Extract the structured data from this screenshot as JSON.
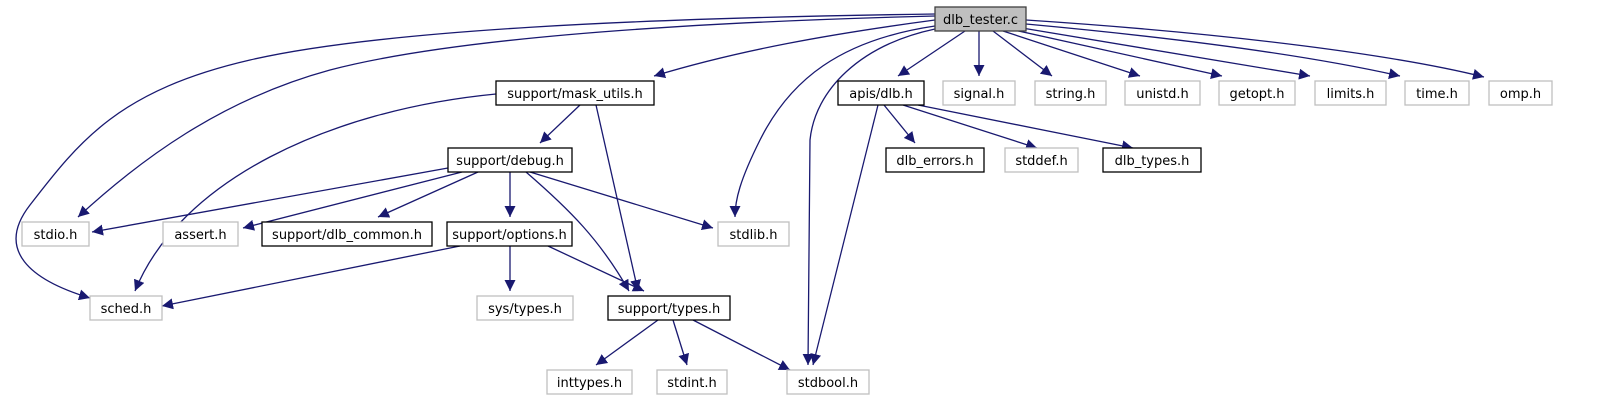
{
  "diagram": {
    "title": "dlb_tester.c",
    "type": "include-dependency-graph",
    "colors": {
      "edge": "#191970",
      "root_fill": "#bfbfbf",
      "root_border": "#404040",
      "documented_border": "#000000",
      "external_border": "#bfbfbf",
      "node_fill": "#ffffff"
    },
    "nodes": [
      {
        "id": "dlb_tester_c",
        "label": "dlb_tester.c",
        "kind": "root"
      },
      {
        "id": "mask_utils",
        "label": "support/mask_utils.h",
        "kind": "documented"
      },
      {
        "id": "apis_dlb",
        "label": "apis/dlb.h",
        "kind": "documented"
      },
      {
        "id": "signal",
        "label": "signal.h",
        "kind": "external"
      },
      {
        "id": "string",
        "label": "string.h",
        "kind": "external"
      },
      {
        "id": "unistd",
        "label": "unistd.h",
        "kind": "external"
      },
      {
        "id": "getopt",
        "label": "getopt.h",
        "kind": "external"
      },
      {
        "id": "limits",
        "label": "limits.h",
        "kind": "external"
      },
      {
        "id": "time",
        "label": "time.h",
        "kind": "external"
      },
      {
        "id": "omp",
        "label": "omp.h",
        "kind": "external"
      },
      {
        "id": "debug",
        "label": "support/debug.h",
        "kind": "documented"
      },
      {
        "id": "dlb_errors",
        "label": "dlb_errors.h",
        "kind": "documented"
      },
      {
        "id": "stddef",
        "label": "stddef.h",
        "kind": "external"
      },
      {
        "id": "dlb_types",
        "label": "dlb_types.h",
        "kind": "documented"
      },
      {
        "id": "stdio",
        "label": "stdio.h",
        "kind": "external"
      },
      {
        "id": "assert",
        "label": "assert.h",
        "kind": "external"
      },
      {
        "id": "dlb_common",
        "label": "support/dlb_common.h",
        "kind": "documented"
      },
      {
        "id": "options",
        "label": "support/options.h",
        "kind": "documented"
      },
      {
        "id": "stdlib",
        "label": "stdlib.h",
        "kind": "external"
      },
      {
        "id": "sched",
        "label": "sched.h",
        "kind": "external"
      },
      {
        "id": "sys_types",
        "label": "sys/types.h",
        "kind": "external"
      },
      {
        "id": "support_types",
        "label": "support/types.h",
        "kind": "documented"
      },
      {
        "id": "inttypes",
        "label": "inttypes.h",
        "kind": "external"
      },
      {
        "id": "stdint",
        "label": "stdint.h",
        "kind": "external"
      },
      {
        "id": "stdbool",
        "label": "stdbool.h",
        "kind": "external"
      }
    ],
    "edges": [
      {
        "from": "dlb_tester_c",
        "to": "mask_utils"
      },
      {
        "from": "dlb_tester_c",
        "to": "stdio"
      },
      {
        "from": "dlb_tester_c",
        "to": "sched"
      },
      {
        "from": "dlb_tester_c",
        "to": "stdlib"
      },
      {
        "from": "dlb_tester_c",
        "to": "stdbool"
      },
      {
        "from": "dlb_tester_c",
        "to": "apis_dlb"
      },
      {
        "from": "dlb_tester_c",
        "to": "signal"
      },
      {
        "from": "dlb_tester_c",
        "to": "string"
      },
      {
        "from": "dlb_tester_c",
        "to": "unistd"
      },
      {
        "from": "dlb_tester_c",
        "to": "getopt"
      },
      {
        "from": "dlb_tester_c",
        "to": "limits"
      },
      {
        "from": "dlb_tester_c",
        "to": "time"
      },
      {
        "from": "dlb_tester_c",
        "to": "omp"
      },
      {
        "from": "mask_utils",
        "to": "debug"
      },
      {
        "from": "mask_utils",
        "to": "sched"
      },
      {
        "from": "mask_utils",
        "to": "support_types"
      },
      {
        "from": "debug",
        "to": "stdio"
      },
      {
        "from": "debug",
        "to": "assert"
      },
      {
        "from": "debug",
        "to": "dlb_common"
      },
      {
        "from": "debug",
        "to": "options"
      },
      {
        "from": "debug",
        "to": "stdlib"
      },
      {
        "from": "debug",
        "to": "support_types"
      },
      {
        "from": "options",
        "to": "sched"
      },
      {
        "from": "options",
        "to": "sys_types"
      },
      {
        "from": "options",
        "to": "support_types"
      },
      {
        "from": "support_types",
        "to": "inttypes"
      },
      {
        "from": "support_types",
        "to": "stdint"
      },
      {
        "from": "support_types",
        "to": "stdbool"
      },
      {
        "from": "apis_dlb",
        "to": "dlb_errors"
      },
      {
        "from": "apis_dlb",
        "to": "stddef"
      },
      {
        "from": "apis_dlb",
        "to": "dlb_types"
      },
      {
        "from": "apis_dlb",
        "to": "stdbool"
      }
    ]
  }
}
